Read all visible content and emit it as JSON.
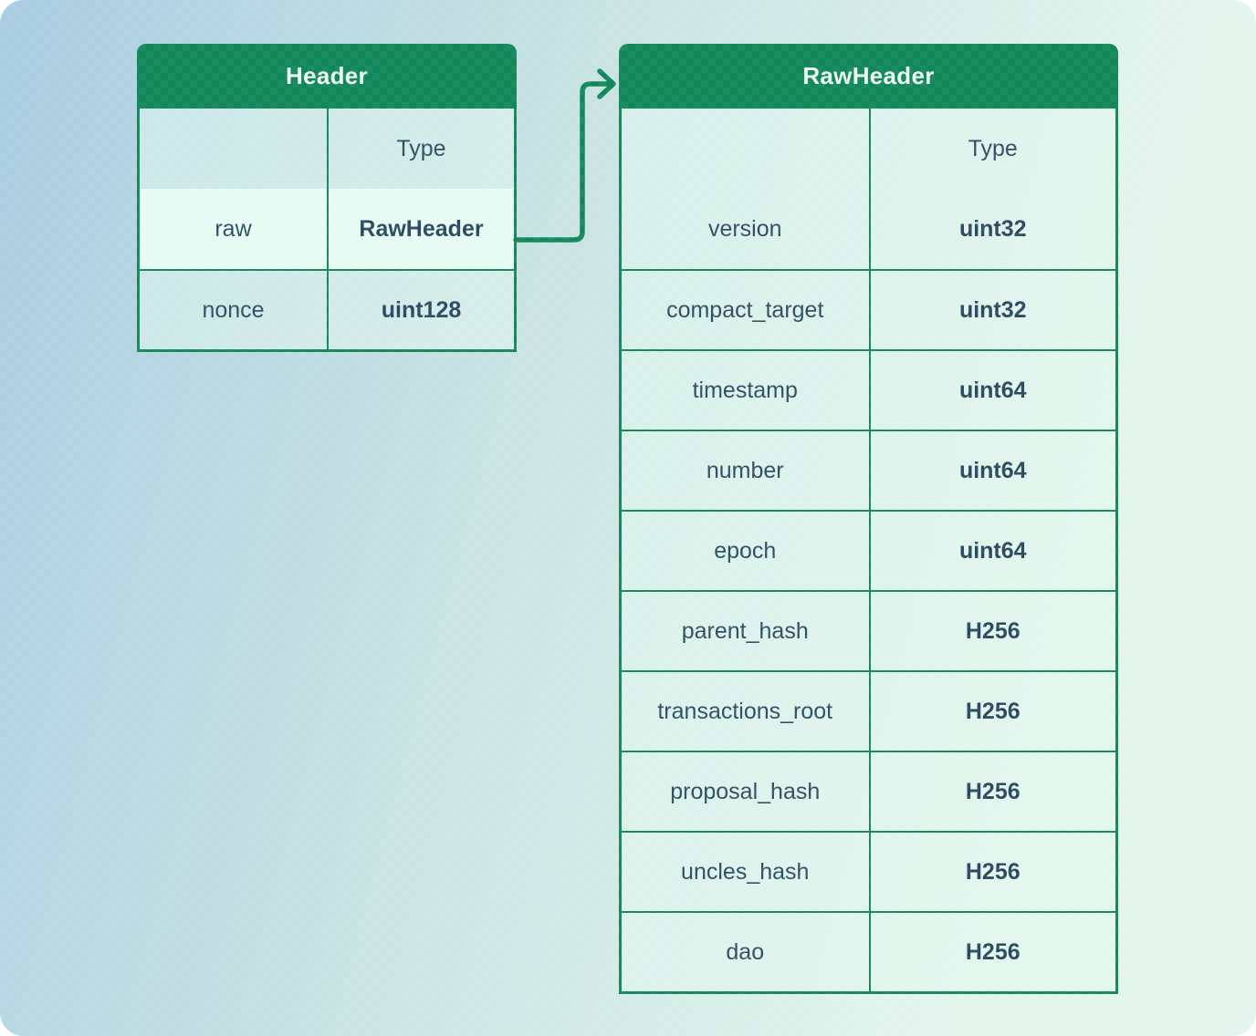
{
  "colors": {
    "header-green": "#12875a",
    "border-green": "#17865a",
    "arrow-green": "#12875a",
    "text-dark": "#2e4f63",
    "text-bold": "#2b4a60",
    "title-text": "#ecf9f3",
    "cell-bg": "rgba(226,247,238,0.55)",
    "highlight-bg": "#e7fcf4"
  },
  "header_table": {
    "title": "Header",
    "type_column_header": "Type",
    "rows": [
      {
        "field": "raw",
        "type": "RawHeader",
        "highlighted": true
      },
      {
        "field": "nonce",
        "type": "uint128",
        "highlighted": false
      }
    ]
  },
  "rawheader_table": {
    "title": "RawHeader",
    "type_column_header": "Type",
    "rows": [
      {
        "field": "version",
        "type": "uint32"
      },
      {
        "field": "compact_target",
        "type": "uint32"
      },
      {
        "field": "timestamp",
        "type": "uint64"
      },
      {
        "field": "number",
        "type": "uint64"
      },
      {
        "field": "epoch",
        "type": "uint64"
      },
      {
        "field": "parent_hash",
        "type": "H256"
      },
      {
        "field": "transactions_root",
        "type": "H256"
      },
      {
        "field": "proposal_hash",
        "type": "H256"
      },
      {
        "field": "uncles_hash",
        "type": "H256"
      },
      {
        "field": "dao",
        "type": "H256"
      }
    ]
  },
  "arrow": {
    "from": "Header.raw",
    "to": "RawHeader"
  }
}
